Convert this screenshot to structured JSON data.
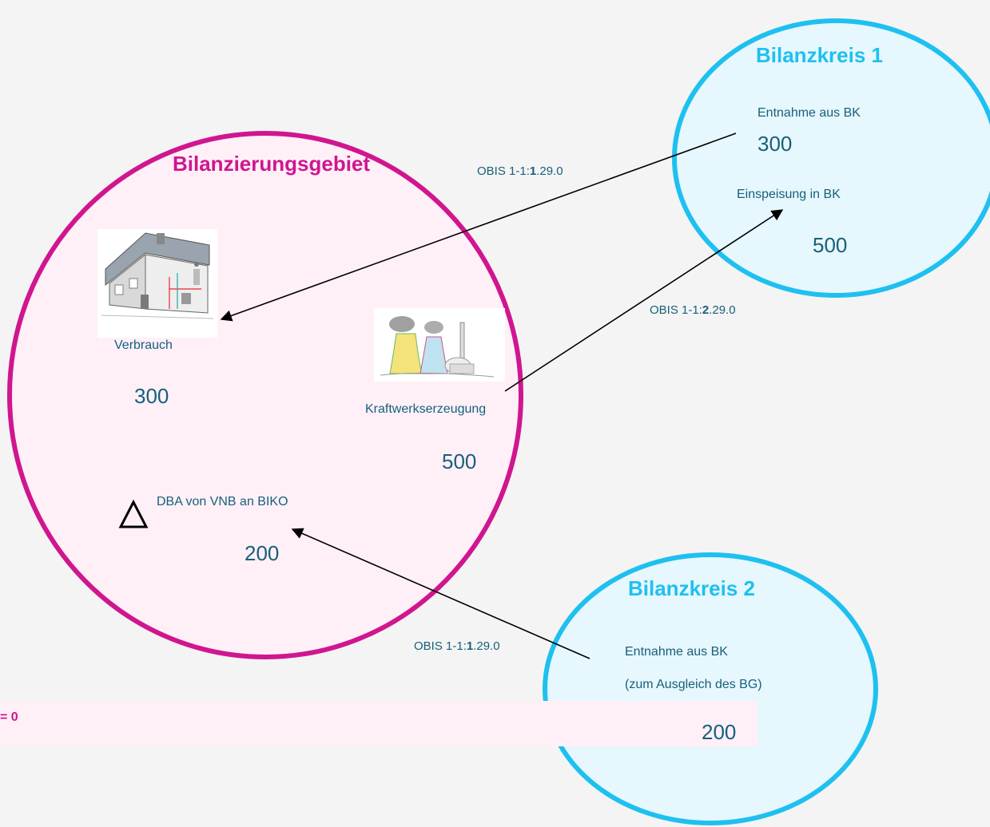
{
  "colors": {
    "magenta": "#d0168f",
    "blue": "#1ec0f0",
    "text": "#17607a",
    "area_fill": "#fff0f8",
    "bk_fill": "#e6f7fd"
  },
  "area": {
    "title": "Bilanzierungsgebiet",
    "consumption_label": "Verbrauch",
    "consumption_value": "300",
    "generation_label": "Kraftwerkserzeugung",
    "generation_value": "500",
    "delta_symbol": "Δ",
    "dba_label": "DBA von VNB an BIKO",
    "dba_value": "200"
  },
  "bk1": {
    "title": "Bilanzkreis 1",
    "withdrawal_label": "Entnahme aus BK",
    "withdrawal_value": "300",
    "injection_label": "Einspeisung in BK",
    "injection_value": "500"
  },
  "bk2": {
    "title": "Bilanzkreis 2",
    "withdrawal_label": "Entnahme aus BK",
    "withdrawal_note": "(zum Ausgleich des BG)",
    "withdrawal_value": "200"
  },
  "obis": {
    "a_prefix": "OBIS 1-1:",
    "a_bold": "1",
    "a_suffix": ".29.0",
    "b_prefix": "OBIS 1-1:",
    "b_bold": "2",
    "b_suffix": ".29.0",
    "c_prefix": "OBIS 1-1:",
    "c_bold": "1",
    "c_suffix": ".29.0"
  },
  "balance_equation": "= 0",
  "icons": {
    "house": "house-cutaway-icon",
    "plant": "power-plant-icon"
  }
}
